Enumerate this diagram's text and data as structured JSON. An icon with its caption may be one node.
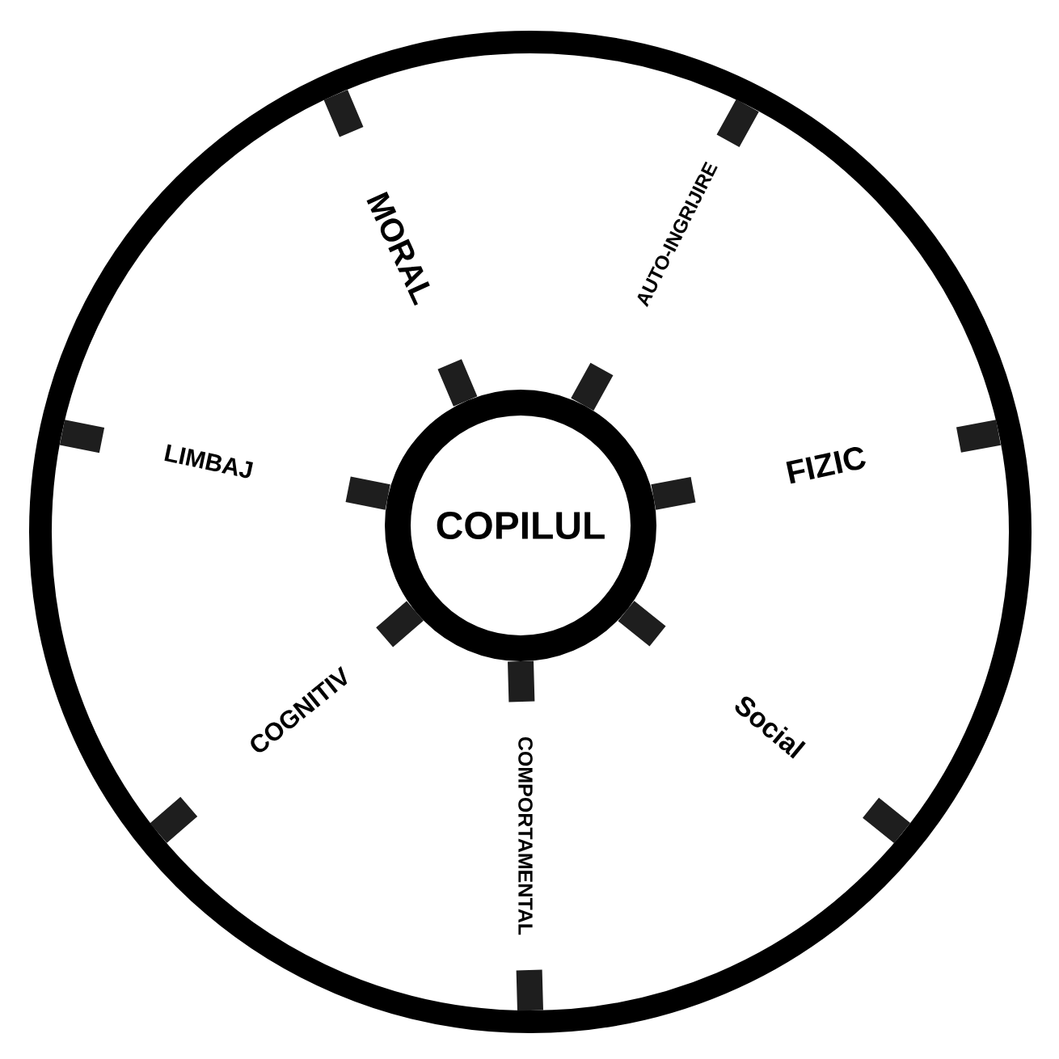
{
  "diagram": {
    "nodes": [
      {
        "text": [],
        "shape": "circle"
      },
      {
        "text": [
          "COPILUL"
        ],
        "in": 0
      }
    ],
    "edges": [
      {
        "from": 1,
        "to": 0,
        "arrow": "none",
        "label": "MORAL"
      },
      {
        "from": 1,
        "to": 0,
        "arrow": "none",
        "label": "AUTO-INGRIJIRE"
      },
      {
        "from": 1,
        "to": 0,
        "arrow": "none",
        "label": "FIZIC"
      },
      {
        "from": 1,
        "to": 0,
        "arrow": "none",
        "label": "Social"
      },
      {
        "from": 1,
        "to": 0,
        "arrow": "none",
        "label": "COMPORTAMENTAL"
      },
      {
        "from": 1,
        "to": 0,
        "arrow": "none",
        "label": "COGNITIV"
      },
      {
        "from": 1,
        "to": 0,
        "arrow": "none",
        "label": "LIMBAJ"
      }
    ]
  }
}
